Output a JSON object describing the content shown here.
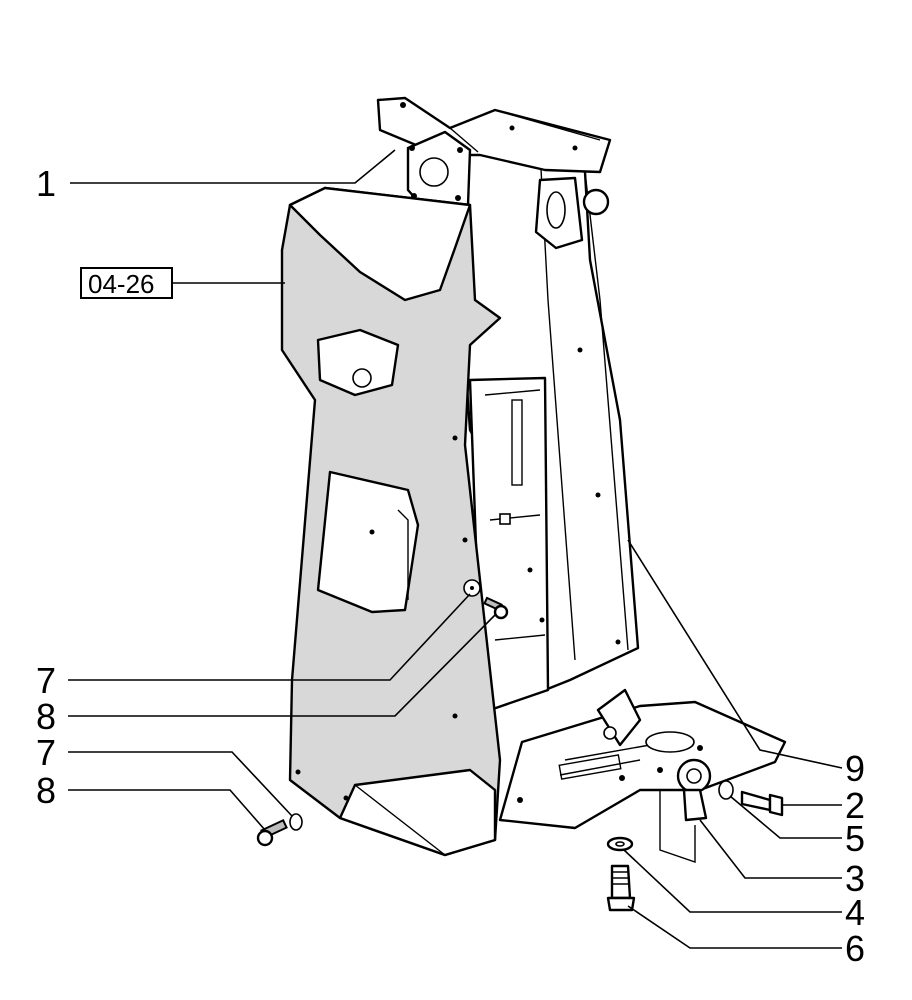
{
  "diagram": {
    "callouts": [
      {
        "id": "c1",
        "label": "1"
      },
      {
        "id": "c7a",
        "label": "7"
      },
      {
        "id": "c8a",
        "label": "8"
      },
      {
        "id": "c7b",
        "label": "7"
      },
      {
        "id": "c8b",
        "label": "8"
      },
      {
        "id": "c9",
        "label": "9"
      },
      {
        "id": "c2",
        "label": "2"
      },
      {
        "id": "c5",
        "label": "5"
      },
      {
        "id": "c3",
        "label": "3"
      },
      {
        "id": "c4",
        "label": "4"
      },
      {
        "id": "c6",
        "label": "6"
      }
    ],
    "reference_box": {
      "label": "04-26"
    }
  }
}
